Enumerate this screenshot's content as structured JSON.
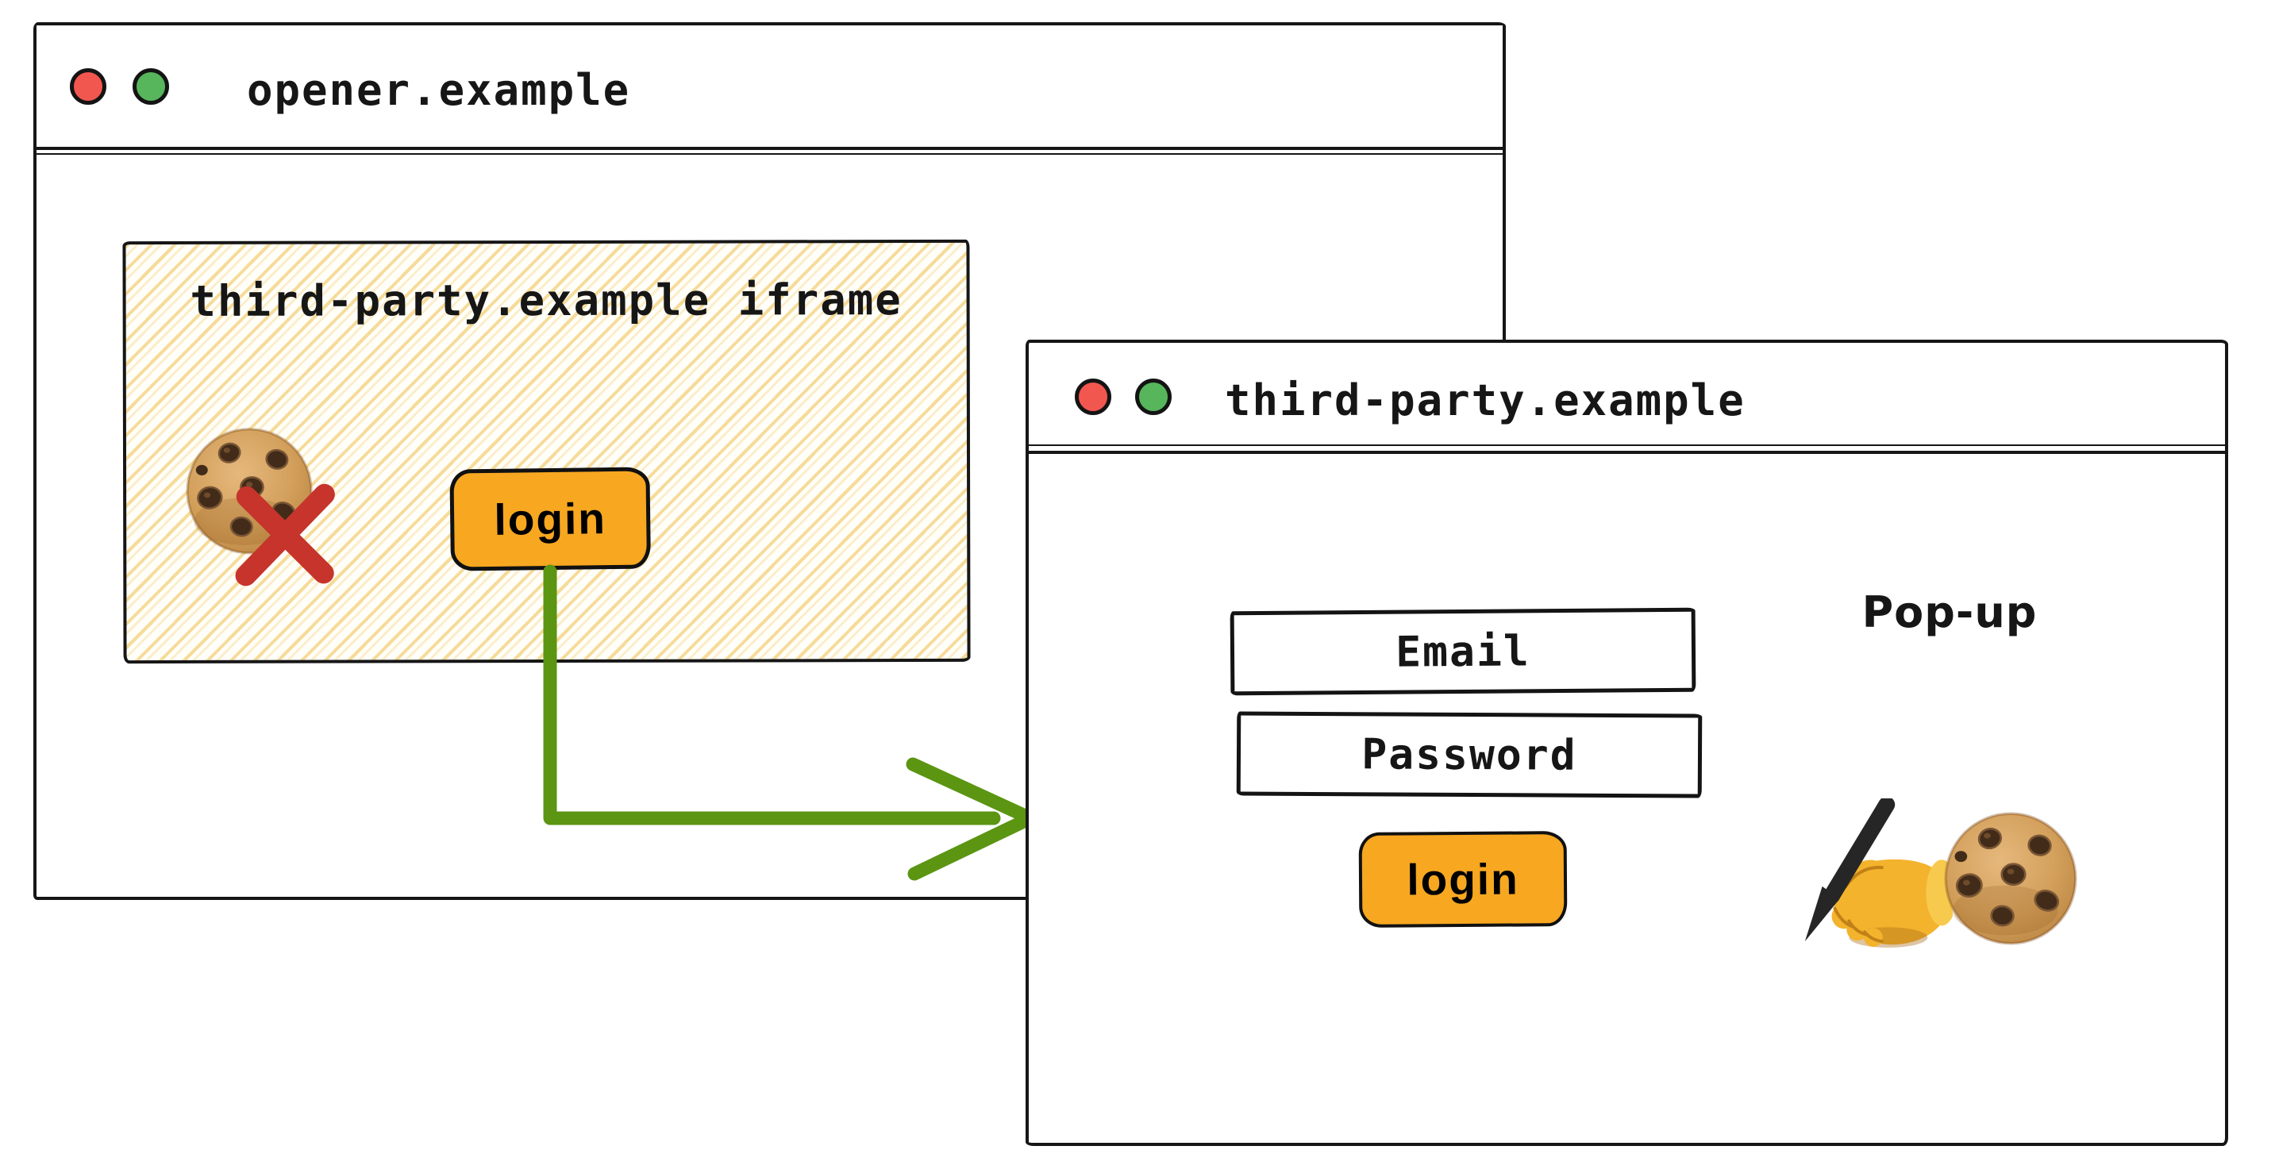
{
  "diagram": {
    "opener_window": {
      "title": "opener.example",
      "traffic_lights": [
        "red-circle-icon",
        "green-circle-icon"
      ],
      "iframe": {
        "label": "third-party.example iframe",
        "icons": [
          "cookie-icon",
          "blocked-cross-icon"
        ],
        "login_button_label": "login"
      }
    },
    "popup_window": {
      "title": "third-party.example",
      "traffic_lights": [
        "red-circle-icon",
        "green-circle-icon"
      ],
      "annotation": "Pop-up",
      "email_field_label": "Email",
      "password_field_label": "Password",
      "login_button_label": "login",
      "icons": [
        "writing-hand-icon",
        "cookie-icon"
      ]
    },
    "arrow": {
      "meaning": "login click opens pop-up",
      "color": "#5b9512"
    },
    "colors": {
      "accent_orange": "#f8a721",
      "arrow_green": "#5b9512",
      "blocked_red": "#c6342c",
      "traffic_red": "#f2574f",
      "traffic_green": "#57b65b",
      "hatch_yellow": "#f6d994",
      "border_black": "#161616"
    }
  }
}
